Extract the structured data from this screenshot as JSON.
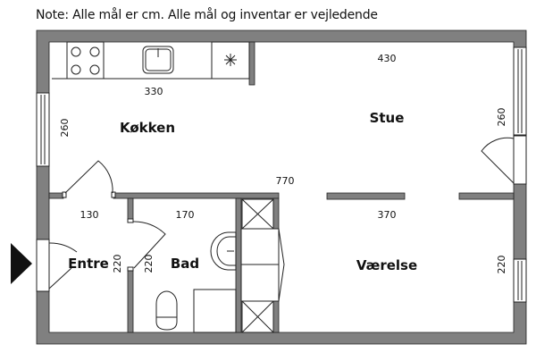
{
  "note": "Note: Alle mål er cm. Alle mål og inventar er vejledende",
  "rooms": {
    "kitchen": {
      "label": "Køkken",
      "width": "330",
      "depth": "260"
    },
    "living": {
      "label": "Stue",
      "width": "430",
      "depth": "260"
    },
    "bedroom": {
      "label": "Værelse",
      "width": "370",
      "depth": "220"
    },
    "entry": {
      "label": "Entre",
      "width": "130",
      "depth": "220"
    },
    "bath": {
      "label": "Bad",
      "width": "170",
      "depth": "220"
    }
  },
  "total_width": "770",
  "colors": {
    "wall": "#808080",
    "line": "#222222"
  }
}
